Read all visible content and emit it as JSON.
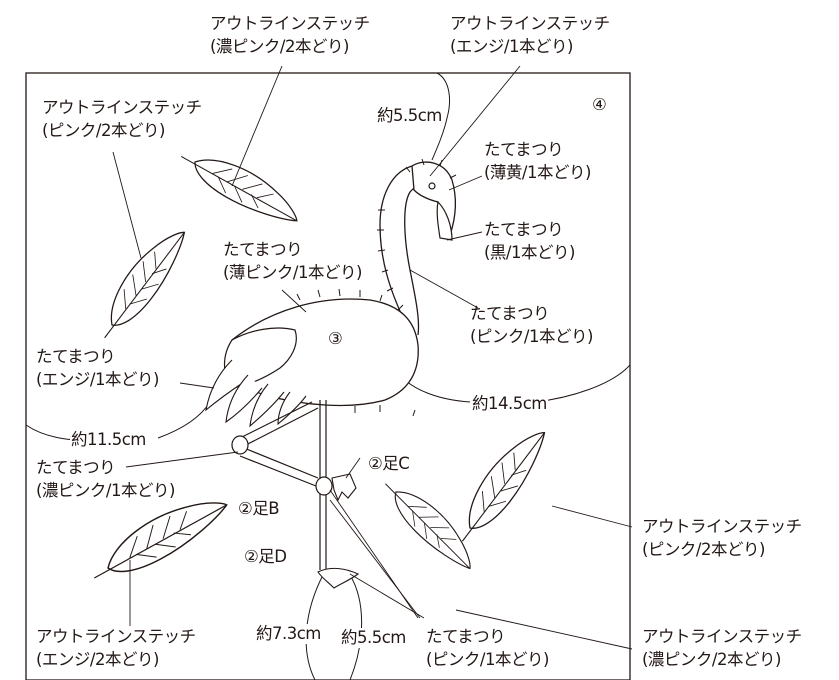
{
  "labels": {
    "outline_pink_top_left": {
      "name": "アウトラインステッチ",
      "detail": "(ピンク/2本どり)"
    },
    "outline_dark_pink_top": {
      "name": "アウトラインステッチ",
      "detail": "(濃ピンク/2本どり)"
    },
    "outline_enji_top": {
      "name": "アウトラインステッチ",
      "detail": "(エンジ/1本どり)"
    },
    "tatematsuri_pale_yellow": {
      "name": "たてまつり",
      "detail": "(薄黄/1本どり)"
    },
    "tatematsuri_black": {
      "name": "たてまつり",
      "detail": "(黒/1本どり)"
    },
    "tatematsuri_light_pink": {
      "name": "たてまつり",
      "detail": "(薄ピンク/1本どり)"
    },
    "tatematsuri_pink_neck": {
      "name": "たてまつり",
      "detail": "(ピンク/1本どり)"
    },
    "tatematsuri_enji": {
      "name": "たてまつり",
      "detail": "(エンジ/1本どり)"
    },
    "tatematsuri_dark_pink": {
      "name": "たてまつり",
      "detail": "(濃ピンク/1本どり)"
    },
    "outline_pink_right": {
      "name": "アウトラインステッチ",
      "detail": "(ピンク/2本どり)"
    },
    "outline_enji_bottom": {
      "name": "アウトラインステッチ",
      "detail": "(エンジ/2本どり)"
    },
    "tatematsuri_pink_bottom": {
      "name": "たてまつり",
      "detail": "(ピンク/1本どり)"
    },
    "outline_dark_pink_bottom": {
      "name": "アウトラインステッチ",
      "detail": "(濃ピンク/2本どり)"
    }
  },
  "parts": {
    "body": "③",
    "panel": "④",
    "leg_c": "②足C",
    "leg_b": "②足B",
    "leg_d": "②足D"
  },
  "measurements": {
    "head": "約5.5cm",
    "neck": "約14.5cm",
    "body_left": "約11.5cm",
    "leg_total": "約7.3cm",
    "leg_lower": "約5.5cm"
  },
  "colors": {
    "line": "#231815",
    "background": "#ffffff"
  }
}
